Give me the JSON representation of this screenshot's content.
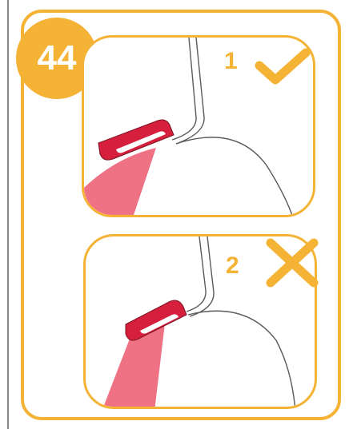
{
  "step": {
    "number": "44"
  },
  "panels": [
    {
      "number": "1",
      "verdict_icon": "checkmark-icon",
      "correct": true
    },
    {
      "number": "2",
      "verdict_icon": "cross-icon",
      "correct": false
    }
  ],
  "colors": {
    "accent": "#f5b335",
    "clip_red": "#d61f3c",
    "strap_pink": "#ef7284",
    "line": "#5a5a5a"
  }
}
